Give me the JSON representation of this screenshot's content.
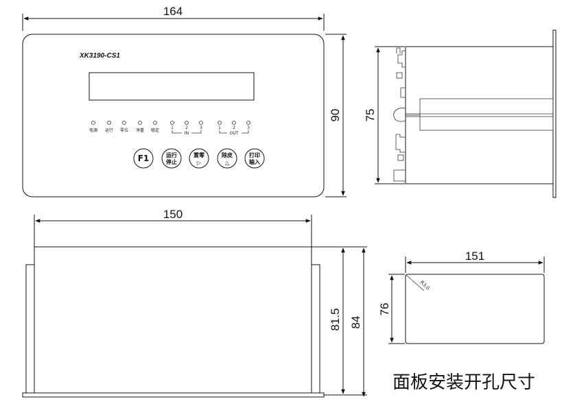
{
  "front_view": {
    "width_dim": "164",
    "height_dim": "90",
    "model": "XK3190-CS1",
    "indicators": [
      "电源",
      "运行",
      "零位",
      "净重",
      "稳定"
    ],
    "in_label": "IN",
    "in_numbers": [
      "1",
      "2",
      "3"
    ],
    "out_label": "OUT",
    "out_numbers": [
      "1",
      "2",
      "3"
    ],
    "buttons": [
      {
        "line1": "F1",
        "line2": ""
      },
      {
        "line1": "运行",
        "line2": "停止"
      },
      {
        "line1": "置零",
        "line2": "▷"
      },
      {
        "line1": "除皮",
        "line2": "△"
      },
      {
        "line1": "打印",
        "line2": "输入"
      }
    ]
  },
  "side_view": {
    "height_dim": "75"
  },
  "bottom_view": {
    "width_dim": "150",
    "height_inner_dim": "81.5",
    "height_outer_dim": "84"
  },
  "cutout": {
    "width_dim": "151",
    "height_dim": "76",
    "radius_label": "R3.0"
  },
  "caption": "面板安装开孔尺寸"
}
